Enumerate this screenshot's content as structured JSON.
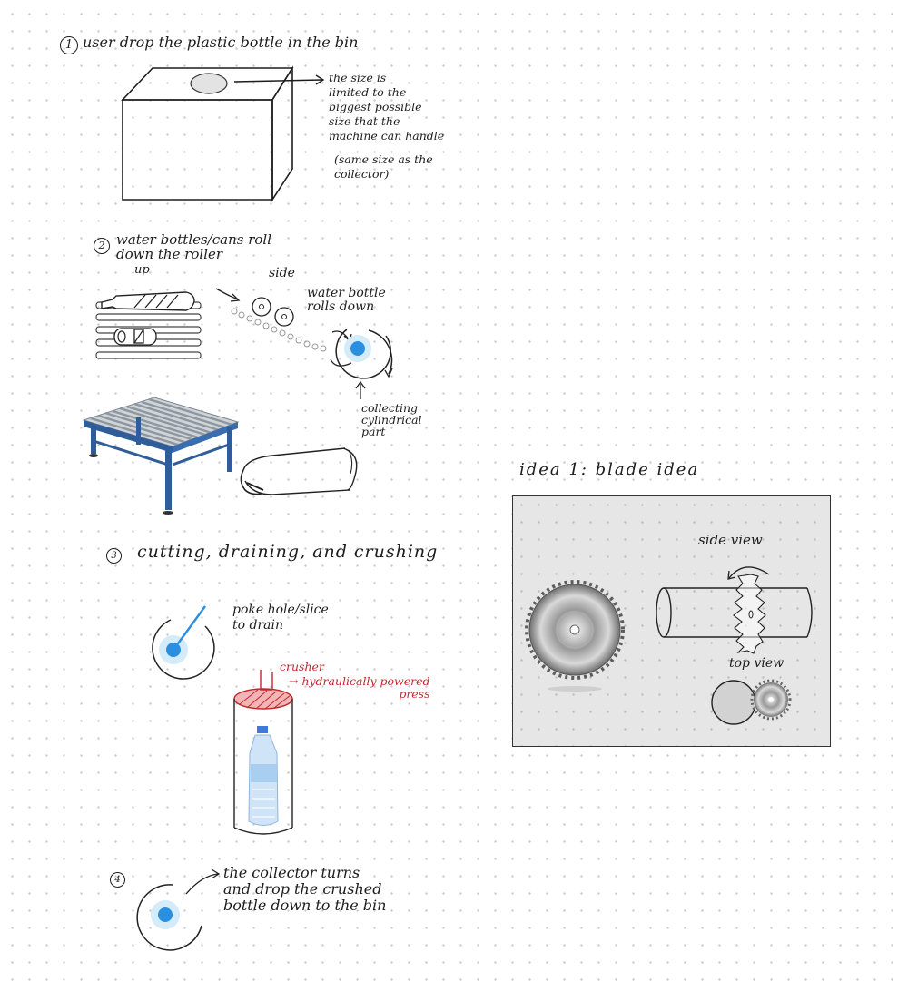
{
  "step1": {
    "number": "1",
    "heading": "user drop the plastic bottle in the bin",
    "note": "the size is\nlimited to the\nbiggest possible\nsize that the\nmachine can handle",
    "note2": "(same size as the\ncollector)"
  },
  "step2": {
    "number": "2",
    "heading": "water bottles/cans roll\ndown the roller",
    "label_up": "up",
    "label_side": "side",
    "label_rolls": "water bottle\nrolls down",
    "label_collecting": "collecting\ncylindrical\npart"
  },
  "step3": {
    "number": "3",
    "heading": "cutting, draining, and crushing",
    "poke": "poke hole/slice\nto drain",
    "crusher": "crusher",
    "press": "→ hydraulically powered\npress"
  },
  "step4": {
    "number": "4",
    "text": "the collector turns\nand drop the crushed\nbottle down to the bin"
  },
  "idea": {
    "title": "idea 1: blade idea",
    "side_view": "side view",
    "top_view": "top view"
  },
  "colors": {
    "ink": "#1d1d1d",
    "red": "#c1272d",
    "blue": "#2b8fe0"
  }
}
